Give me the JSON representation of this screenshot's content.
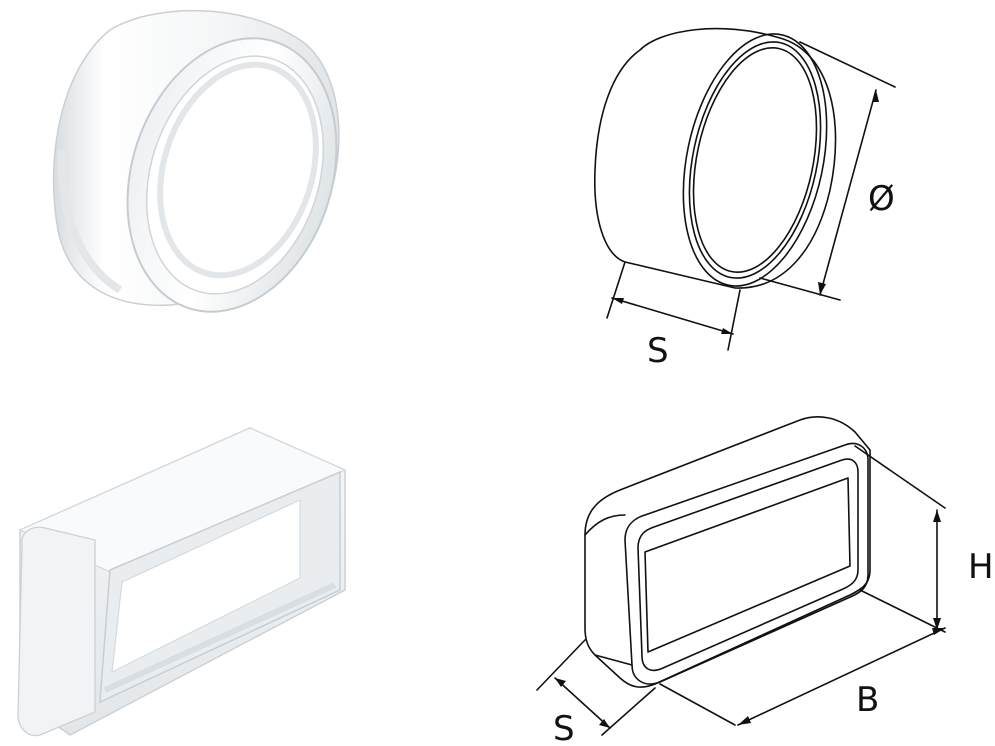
{
  "diagrams": {
    "round": {
      "diameter_symbol": "Ø",
      "length_label": "S"
    },
    "rect": {
      "height_label": "H",
      "width_label": "B",
      "length_label": "S"
    }
  },
  "colors": {
    "line": "#111111",
    "plastic_light": "#ffffff",
    "plastic_shade": "#dfe3e6"
  }
}
